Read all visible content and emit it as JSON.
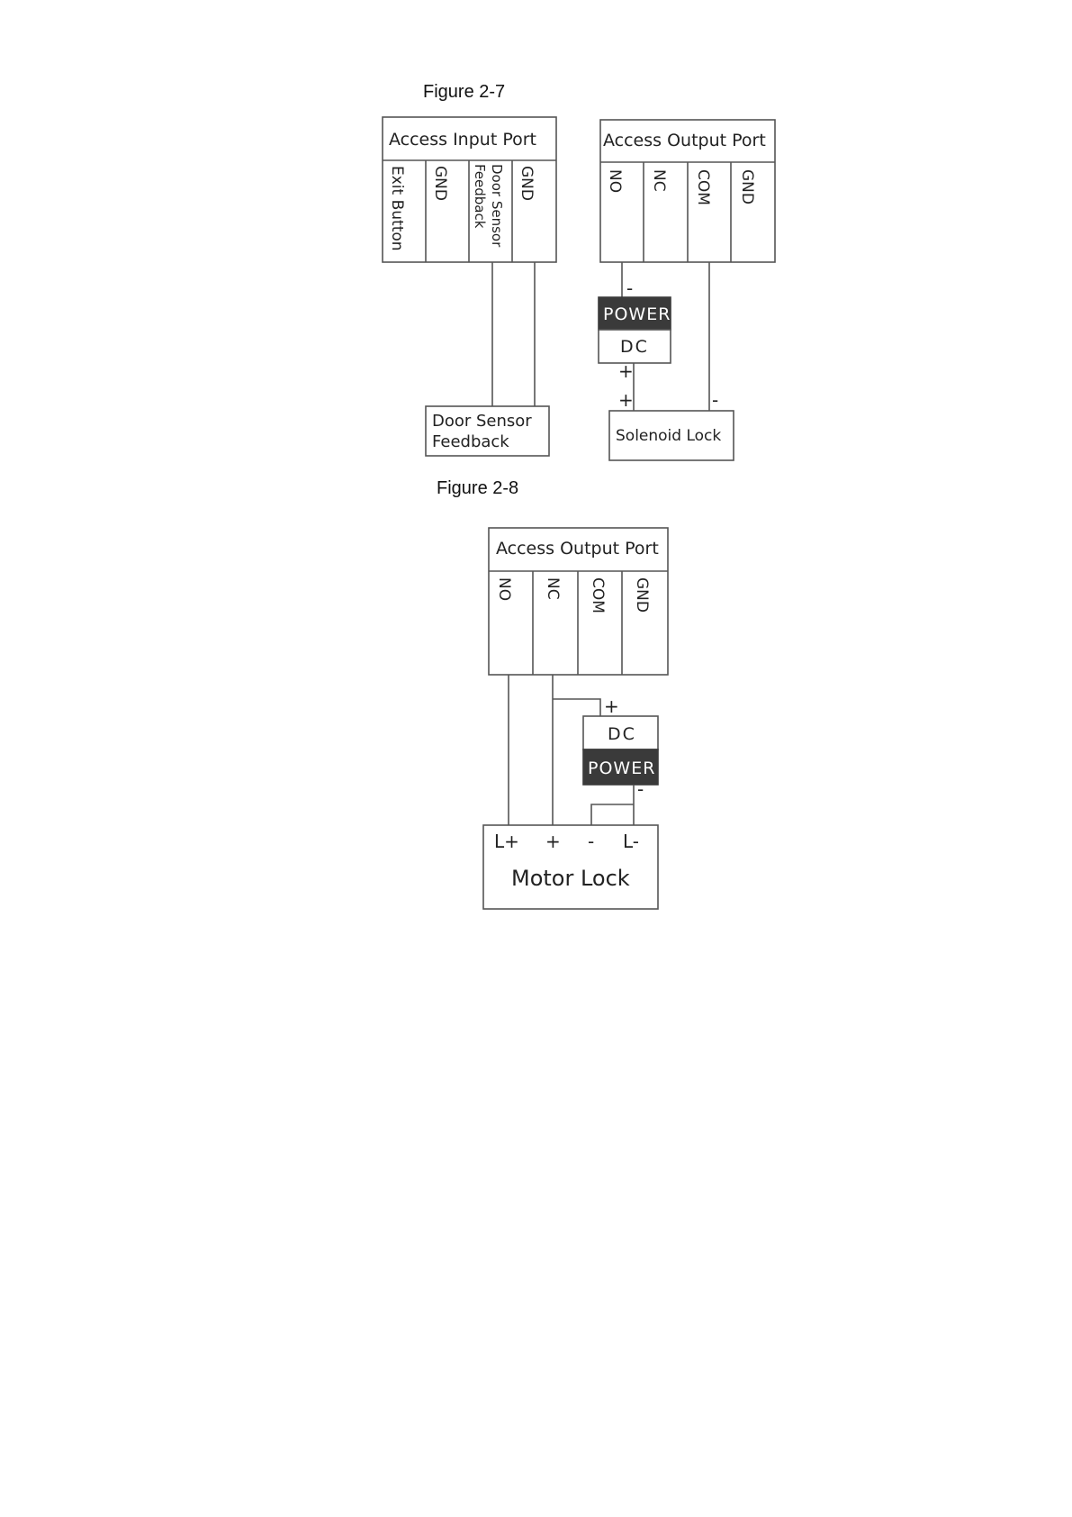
{
  "figure_2_7": {
    "caption": "Figure 2-7",
    "input_port": {
      "title": "Access Input Port",
      "columns": [
        "Exit Button",
        "GND",
        "Door Sensor",
        "Feedback",
        "GND"
      ]
    },
    "output_port": {
      "title": "Access Output Port",
      "columns": [
        "NO",
        "NC",
        "COM",
        "GND"
      ]
    },
    "power": {
      "top": "POWER",
      "bottom": "DC",
      "minus": "-",
      "plus": "+"
    },
    "door_sensor": {
      "line1": "Door Sensor",
      "line2": "Feedback"
    },
    "solenoid": {
      "label": "Solenoid Lock",
      "plus": "+",
      "minus": "-"
    }
  },
  "figure_2_8": {
    "caption": "Figure 2-8",
    "output_port": {
      "title": "Access Output Port",
      "columns": [
        "NO",
        "NC",
        "COM",
        "GND"
      ]
    },
    "power": {
      "top": "DC",
      "bottom": "POWER",
      "plus": "+",
      "minus": "-"
    },
    "motor_lock": {
      "label": "Motor Lock",
      "terminals": [
        "L+",
        "+",
        "-",
        "L-"
      ]
    }
  }
}
